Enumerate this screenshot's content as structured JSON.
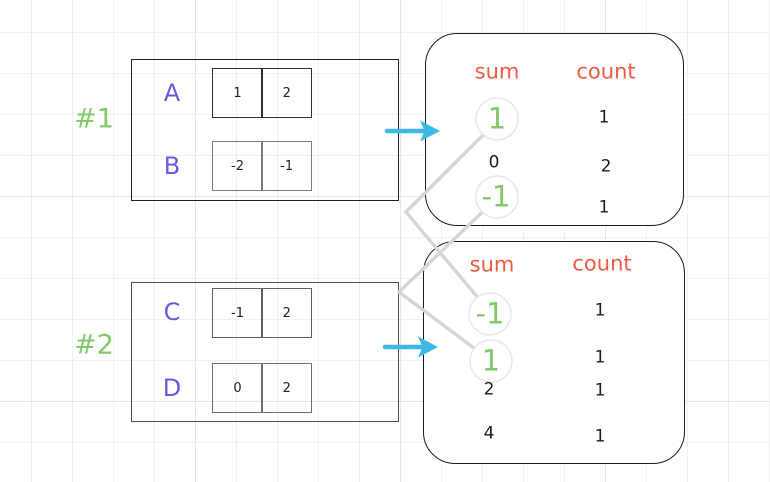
{
  "colors": {
    "purple": "#6a5ae0",
    "green": "#84c86b",
    "orange": "#ee5b43",
    "cyan": "#3db8e8",
    "line_gray": "#d6d6d6",
    "circle_gray": "#e8e8e8",
    "ink": "#1e1e1e"
  },
  "group1": {
    "label": "#1",
    "rows": [
      {
        "name": "A",
        "cells": [
          "1",
          "2"
        ]
      },
      {
        "name": "B",
        "cells": [
          "-2",
          "-1"
        ]
      }
    ]
  },
  "group2": {
    "label": "#2",
    "rows": [
      {
        "name": "C",
        "cells": [
          "-1",
          "2"
        ]
      },
      {
        "name": "D",
        "cells": [
          "0",
          "2"
        ]
      }
    ]
  },
  "table1": {
    "sum_header": "sum",
    "count_header": "count",
    "rows": [
      {
        "sum": "1",
        "count": "1",
        "highlighted": true
      },
      {
        "sum": "0",
        "count": "2",
        "highlighted": false
      },
      {
        "sum": "-1",
        "count": "1",
        "highlighted": true
      }
    ]
  },
  "table2": {
    "sum_header": "sum",
    "count_header": "count",
    "rows": [
      {
        "sum": "-1",
        "count": "1",
        "highlighted": true
      },
      {
        "sum": "1",
        "count": "1",
        "highlighted": true
      },
      {
        "sum": "2",
        "count": "1",
        "highlighted": false
      },
      {
        "sum": "4",
        "count": "1",
        "highlighted": false
      }
    ]
  }
}
